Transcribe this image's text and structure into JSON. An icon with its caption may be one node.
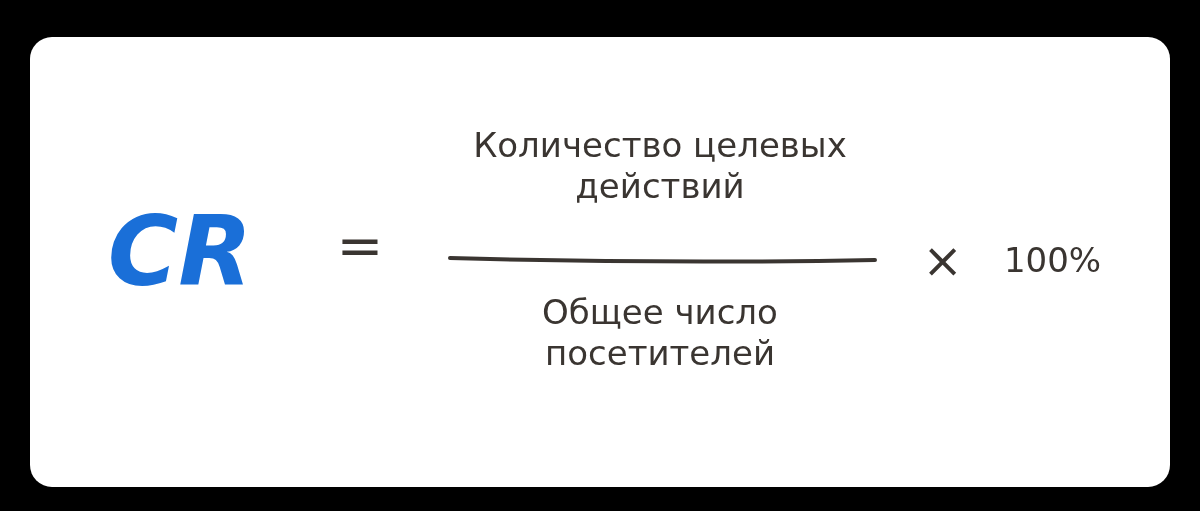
{
  "diagram": {
    "labels": [
      "CR",
      "=",
      "Количество целевых действий",
      "Общее число посетителей",
      "×",
      "100%"
    ]
  }
}
